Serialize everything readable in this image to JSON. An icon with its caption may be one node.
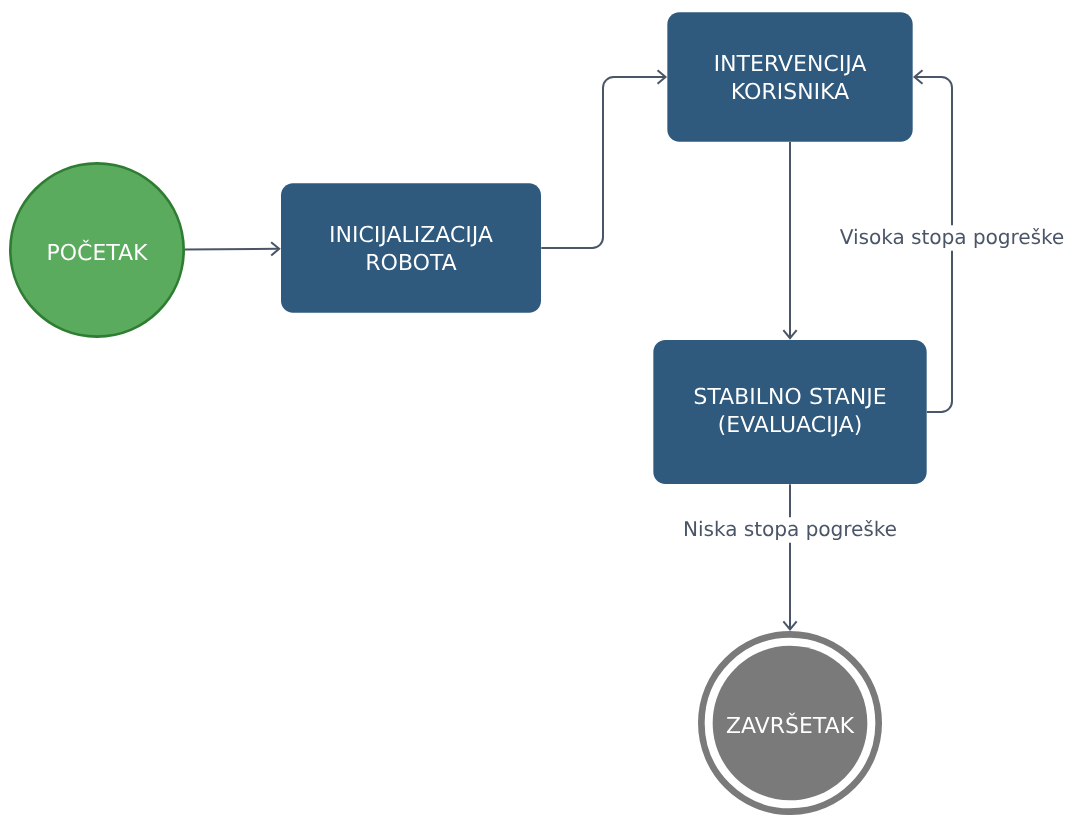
{
  "diagram": {
    "nodes": [
      {
        "text": [
          "POČETAK"
        ]
      },
      {
        "text": [
          "INICIJALIZACIJA ROBOTA"
        ]
      },
      {
        "text": [
          "INTERVENCIJA KORISNIKA"
        ]
      },
      {
        "text": [
          "STABILNO STANJE (EVALUACIJA)"
        ]
      },
      {
        "text": [
          "ZAVRŠETAK"
        ]
      }
    ],
    "edges": [
      {
        "from": 0,
        "to": 1,
        "arrow": "to"
      },
      {
        "from": 1,
        "to": 2,
        "arrow": "to"
      },
      {
        "from": 2,
        "to": 3,
        "arrow": "to"
      },
      {
        "from": 3,
        "to": 2,
        "arrow": "to",
        "label": "Visoka stopa pogreške"
      },
      {
        "from": 3,
        "to": 4,
        "arrow": "to",
        "label": "Niska stopa pogreške"
      }
    ]
  }
}
